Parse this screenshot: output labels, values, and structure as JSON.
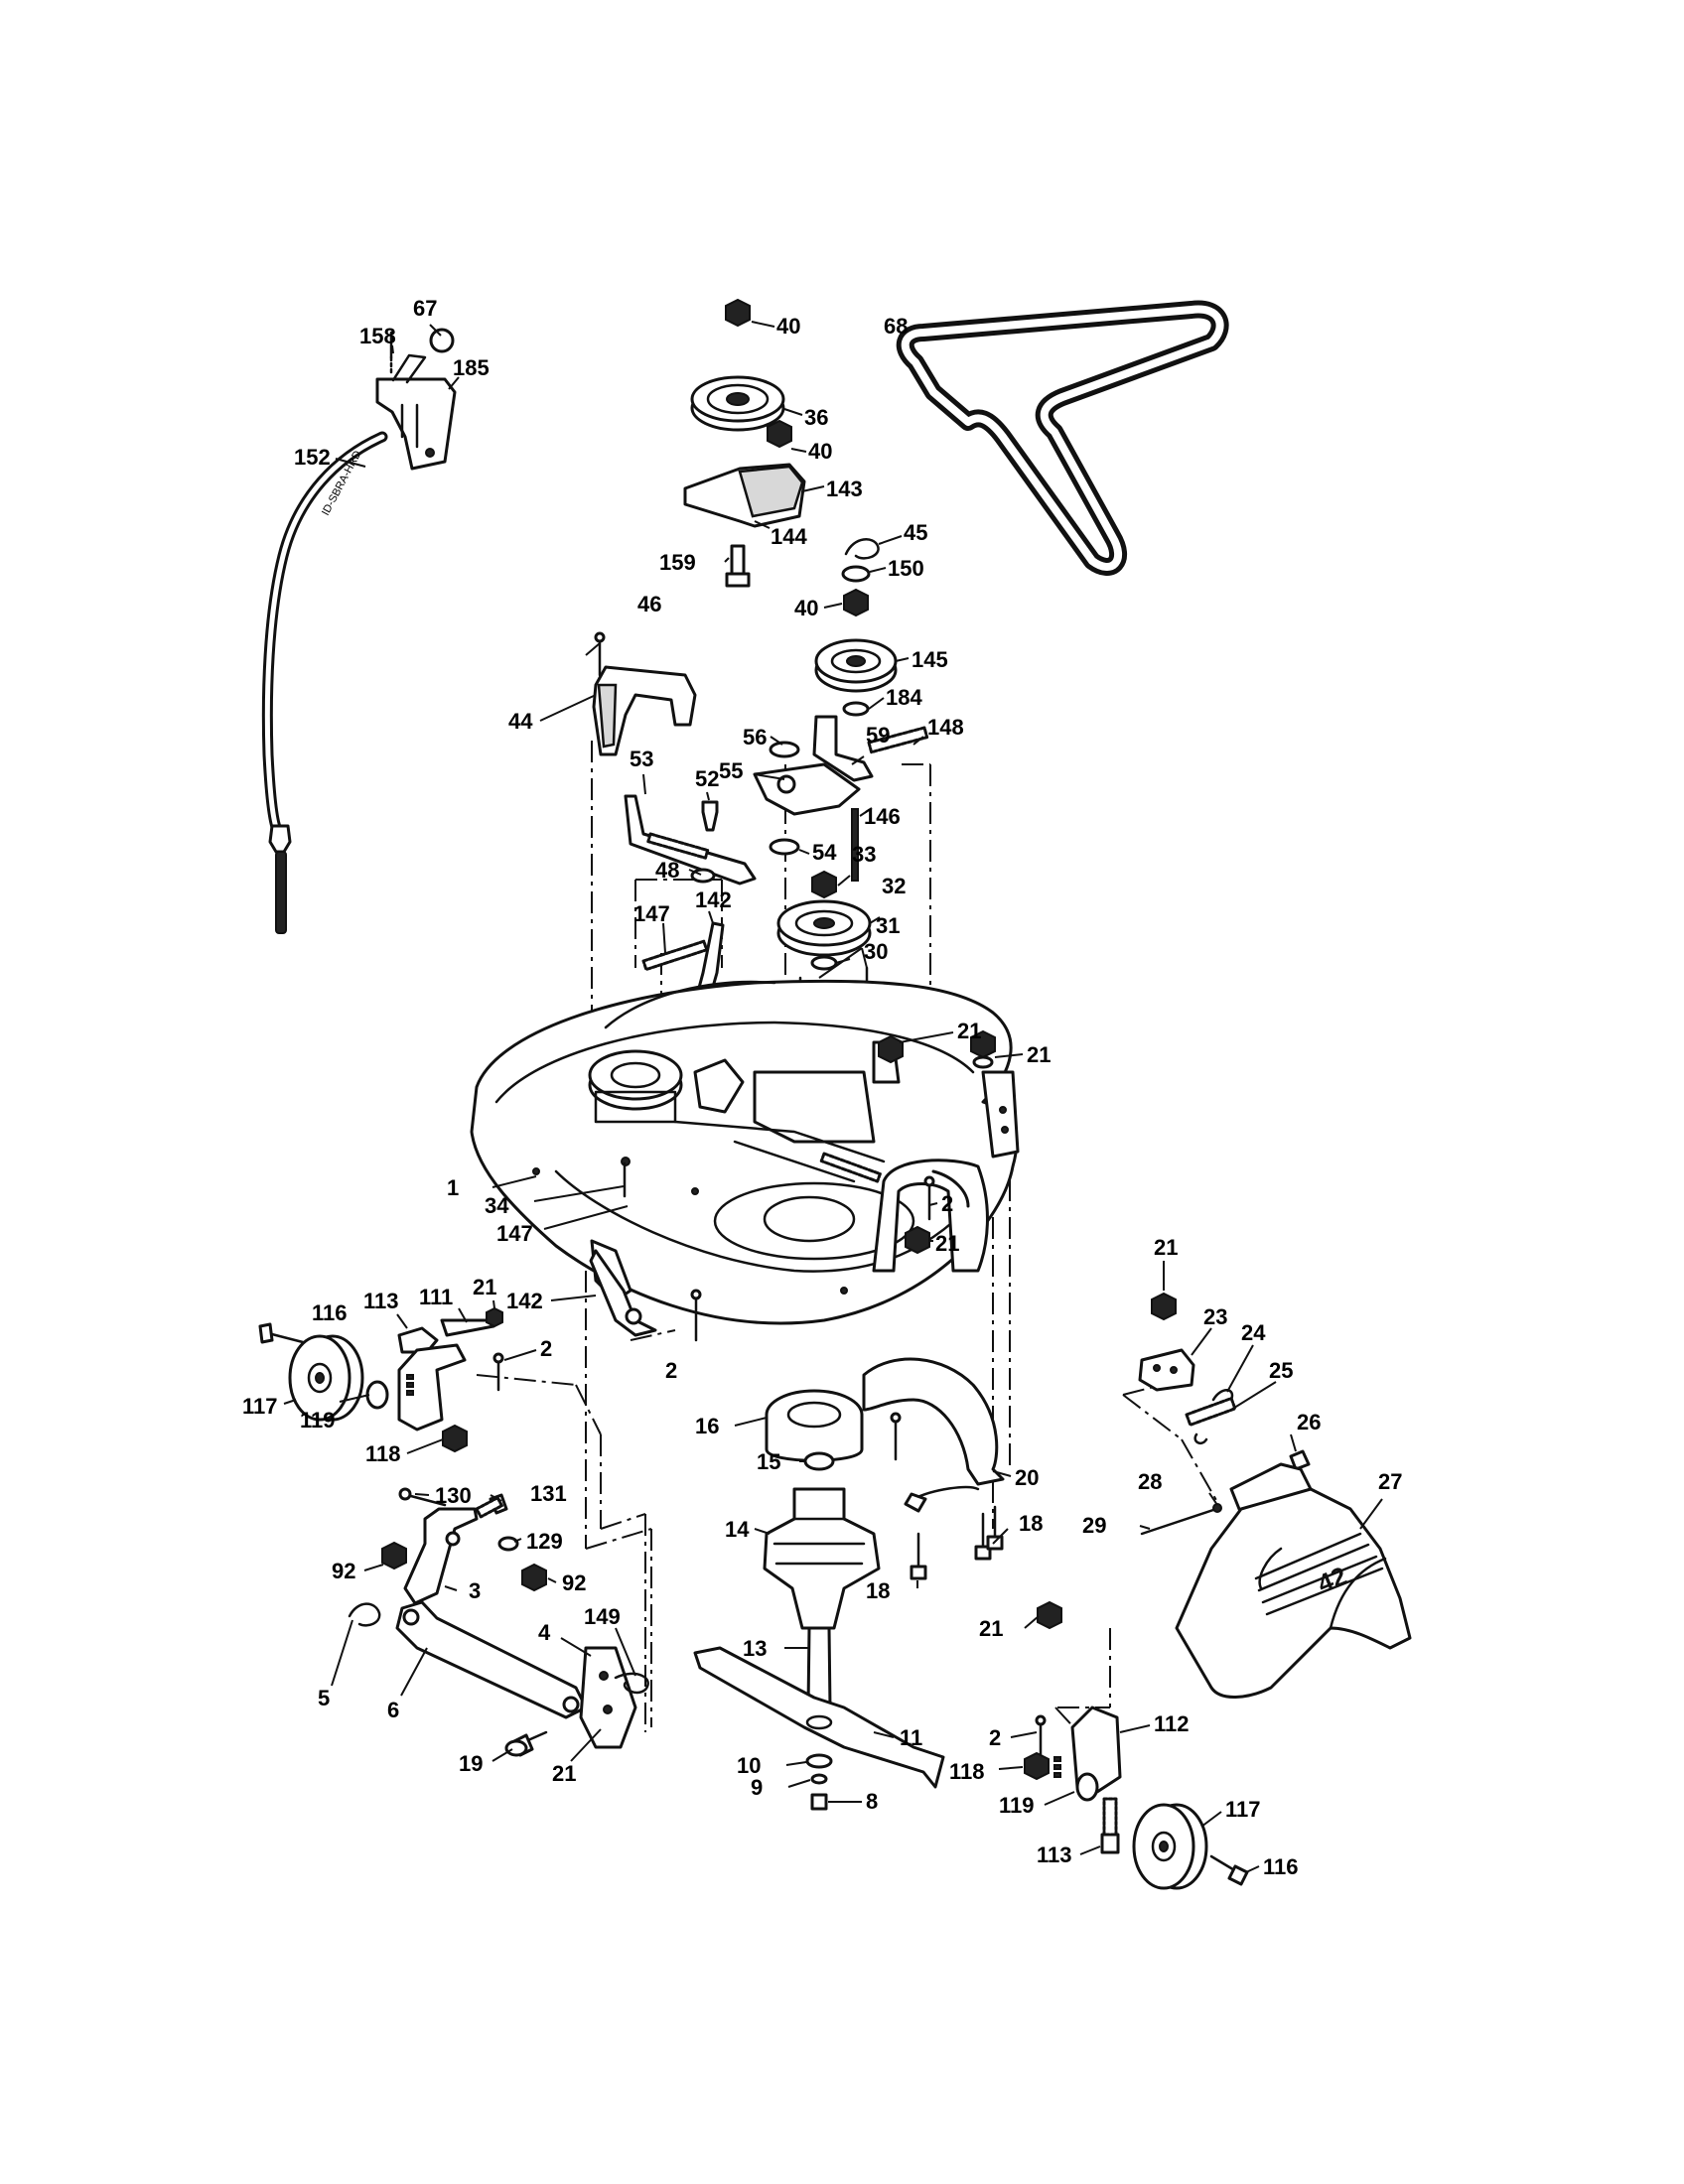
{
  "callouts": [
    {
      "id": "c67",
      "text": "67"
    },
    {
      "id": "c158",
      "text": "158"
    },
    {
      "id": "c185",
      "text": "185"
    },
    {
      "id": "c152",
      "text": "152"
    },
    {
      "id": "c40a",
      "text": "40"
    },
    {
      "id": "c36",
      "text": "36"
    },
    {
      "id": "c40b",
      "text": "40"
    },
    {
      "id": "c143",
      "text": "143"
    },
    {
      "id": "c144",
      "text": "144"
    },
    {
      "id": "c159",
      "text": "159"
    },
    {
      "id": "c68",
      "text": "68"
    },
    {
      "id": "c45",
      "text": "45"
    },
    {
      "id": "c150",
      "text": "150"
    },
    {
      "id": "c40c",
      "text": "40"
    },
    {
      "id": "c145",
      "text": "145"
    },
    {
      "id": "c184",
      "text": "184"
    },
    {
      "id": "c46",
      "text": "46"
    },
    {
      "id": "c44",
      "text": "44"
    },
    {
      "id": "c56",
      "text": "56"
    },
    {
      "id": "c59",
      "text": "59"
    },
    {
      "id": "c148",
      "text": "148"
    },
    {
      "id": "c53",
      "text": "53"
    },
    {
      "id": "c55",
      "text": "55"
    },
    {
      "id": "c52",
      "text": "52"
    },
    {
      "id": "c146",
      "text": "146"
    },
    {
      "id": "c48",
      "text": "48"
    },
    {
      "id": "c54",
      "text": "54"
    },
    {
      "id": "c33",
      "text": "33"
    },
    {
      "id": "c32",
      "text": "32"
    },
    {
      "id": "c147a",
      "text": "147"
    },
    {
      "id": "c142a",
      "text": "142"
    },
    {
      "id": "c31",
      "text": "31"
    },
    {
      "id": "c30",
      "text": "30"
    },
    {
      "id": "c21a",
      "text": "21"
    },
    {
      "id": "c21b",
      "text": "21"
    },
    {
      "id": "c1",
      "text": "1"
    },
    {
      "id": "c34",
      "text": "34"
    },
    {
      "id": "c147b",
      "text": "147"
    },
    {
      "id": "c2a",
      "text": "2"
    },
    {
      "id": "c21c",
      "text": "21"
    },
    {
      "id": "c21d",
      "text": "21"
    },
    {
      "id": "c23",
      "text": "23"
    },
    {
      "id": "c24",
      "text": "24"
    },
    {
      "id": "c25",
      "text": "25"
    },
    {
      "id": "c116a",
      "text": "116"
    },
    {
      "id": "c113a",
      "text": "113"
    },
    {
      "id": "c111",
      "text": "111"
    },
    {
      "id": "c21e",
      "text": "21"
    },
    {
      "id": "c142b",
      "text": "142"
    },
    {
      "id": "c2b",
      "text": "2"
    },
    {
      "id": "c2c",
      "text": "2"
    },
    {
      "id": "c117a",
      "text": "117"
    },
    {
      "id": "c119a",
      "text": "119"
    },
    {
      "id": "c16",
      "text": "16"
    },
    {
      "id": "c26",
      "text": "26"
    },
    {
      "id": "c118a",
      "text": "118"
    },
    {
      "id": "c15",
      "text": "15"
    },
    {
      "id": "c20",
      "text": "20"
    },
    {
      "id": "c28",
      "text": "28"
    },
    {
      "id": "c27",
      "text": "27"
    },
    {
      "id": "c130",
      "text": "130"
    },
    {
      "id": "c131",
      "text": "131"
    },
    {
      "id": "c29",
      "text": "29"
    },
    {
      "id": "c14",
      "text": "14"
    },
    {
      "id": "c18a",
      "text": "18"
    },
    {
      "id": "c129",
      "text": "129"
    },
    {
      "id": "c92a",
      "text": "92"
    },
    {
      "id": "c92b",
      "text": "92"
    },
    {
      "id": "c3",
      "text": "3"
    },
    {
      "id": "c18b",
      "text": "18"
    },
    {
      "id": "c149",
      "text": "149"
    },
    {
      "id": "c4",
      "text": "4"
    },
    {
      "id": "c13",
      "text": "13"
    },
    {
      "id": "c21f",
      "text": "21"
    },
    {
      "id": "c5",
      "text": "5"
    },
    {
      "id": "c6",
      "text": "6"
    },
    {
      "id": "c112",
      "text": "112"
    },
    {
      "id": "c11",
      "text": "11"
    },
    {
      "id": "c2d",
      "text": "2"
    },
    {
      "id": "c19",
      "text": "19"
    },
    {
      "id": "c21g",
      "text": "21"
    },
    {
      "id": "c10",
      "text": "10"
    },
    {
      "id": "c118b",
      "text": "118"
    },
    {
      "id": "c9",
      "text": "9"
    },
    {
      "id": "c117b",
      "text": "117"
    },
    {
      "id": "c8",
      "text": "8"
    },
    {
      "id": "c119b",
      "text": "119"
    },
    {
      "id": "c113b",
      "text": "113"
    },
    {
      "id": "c116b",
      "text": "116"
    }
  ],
  "part_marks": {
    "cable_tag": "ID-SBRA-HRD",
    "deck_badge": "42"
  }
}
